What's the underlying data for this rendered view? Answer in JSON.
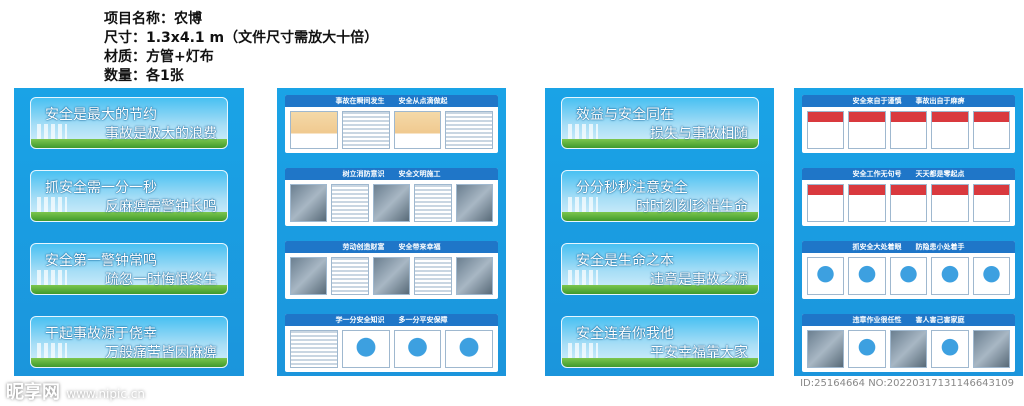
{
  "header": {
    "project": "项目名称：农博",
    "size": "尺寸：1.3x4.1 m（文件尺寸需放大十倍）",
    "material": "材质：方管+灯布",
    "quantity": "数量：各1张"
  },
  "panel1": [
    {
      "l1": "安全是最大的节约",
      "l2": "事故是极大的浪费"
    },
    {
      "l1": "抓安全需一分一秒",
      "l2": "反麻痹需警钟长鸣"
    },
    {
      "l1": "安全第一警钟常鸣",
      "l2": "疏忽一时悔恨终生"
    },
    {
      "l1": "干起事故源于侥幸",
      "l2": "万般痛苦皆因麻痹"
    }
  ],
  "panel3": [
    {
      "l1": "效益与安全同在",
      "l2": "损失与事故相随"
    },
    {
      "l1": "分分秒秒注意安全",
      "l2": "时时刻刻珍惜生命"
    },
    {
      "l1": "安全是生命之本",
      "l2": "违章是事故之源"
    },
    {
      "l1": "安全连着你我他",
      "l2": "平安幸福靠大家"
    }
  ],
  "panel2": [
    {
      "title": "事故在瞬间发生　　安全从点滴做起",
      "style": "cartoon"
    },
    {
      "title": "树立消防意识　　安全文明施工",
      "style": "photo"
    },
    {
      "title": "劳动创造财富　　安全带来幸福",
      "style": "photo"
    },
    {
      "title": "学一分安全知识　　多一分平安保障",
      "style": "icons"
    }
  ],
  "panel4": [
    {
      "title": "安全来自于谨慎　　事故出自于麻痹",
      "style": "red"
    },
    {
      "title": "安全工作无句号　　天天都是零起点",
      "style": "red"
    },
    {
      "title": "抓安全大处着眼　　防隐患小处着手",
      "style": "icons"
    },
    {
      "title": "违章作业很任性　　害人害己害家庭",
      "style": "icons"
    }
  ],
  "footer": {
    "watermark": "昵享网",
    "watermark_url": "www.nipic.cn",
    "id": "ID:25164664 NO:20220317131146643109"
  }
}
